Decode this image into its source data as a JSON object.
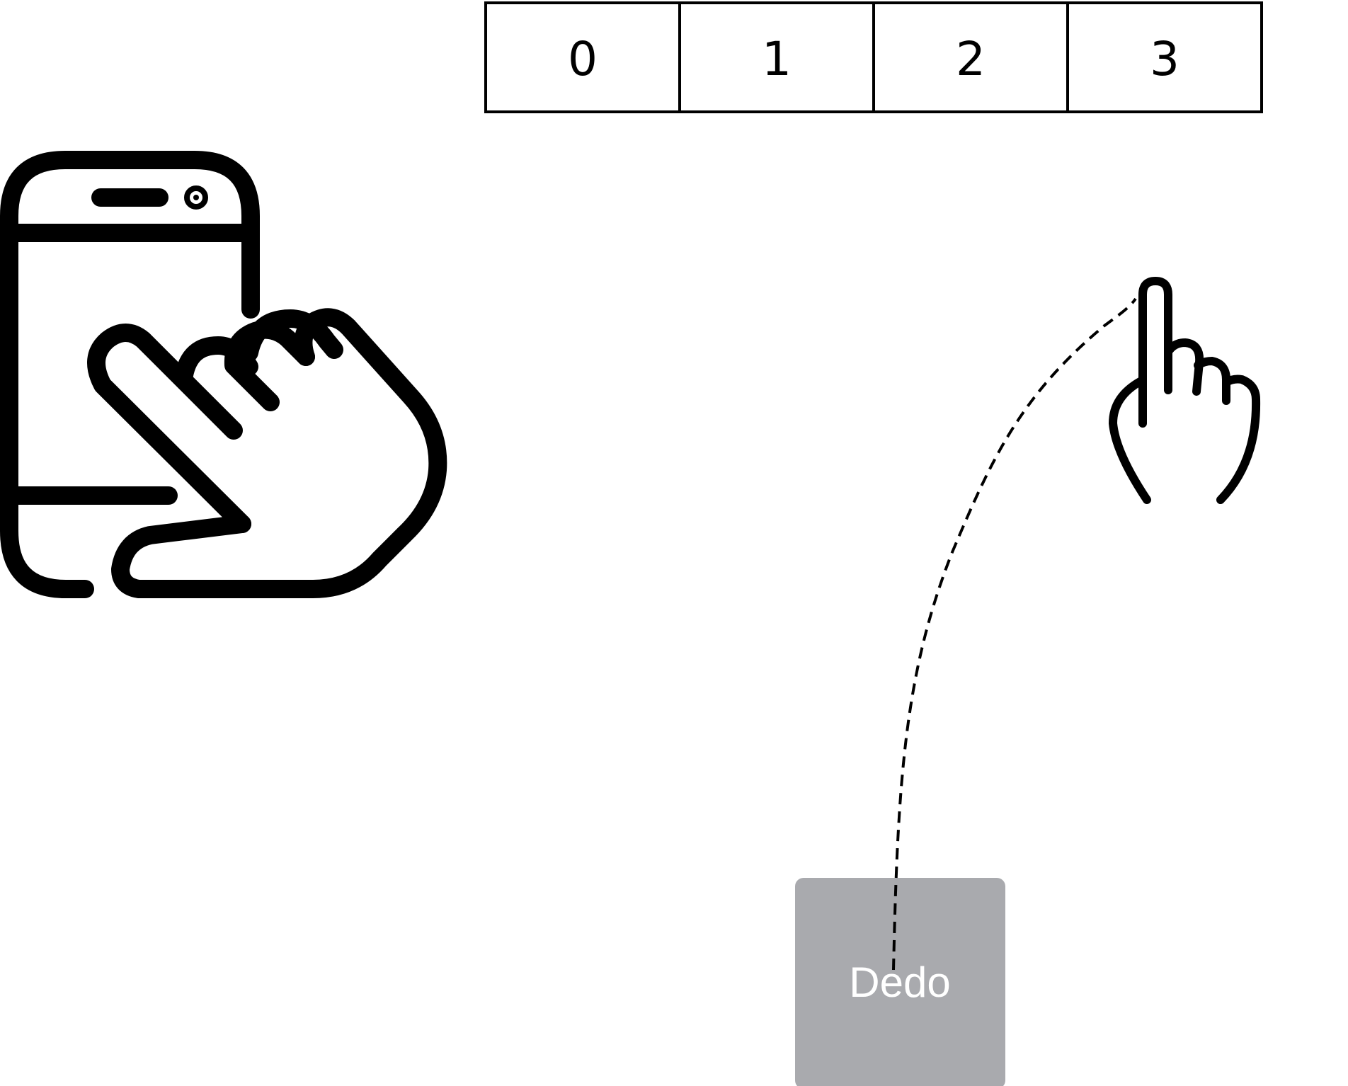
{
  "array": {
    "cells": [
      "0",
      "1",
      "2",
      "3"
    ]
  },
  "tile": {
    "label": "Dedo",
    "fill": "#a9aaae",
    "text_color": "#ffffff"
  },
  "icons": {
    "left": "phone-touch-icon",
    "right": "pointing-finger-icon"
  },
  "colors": {
    "ink": "#000000",
    "background": "#ffffff"
  }
}
